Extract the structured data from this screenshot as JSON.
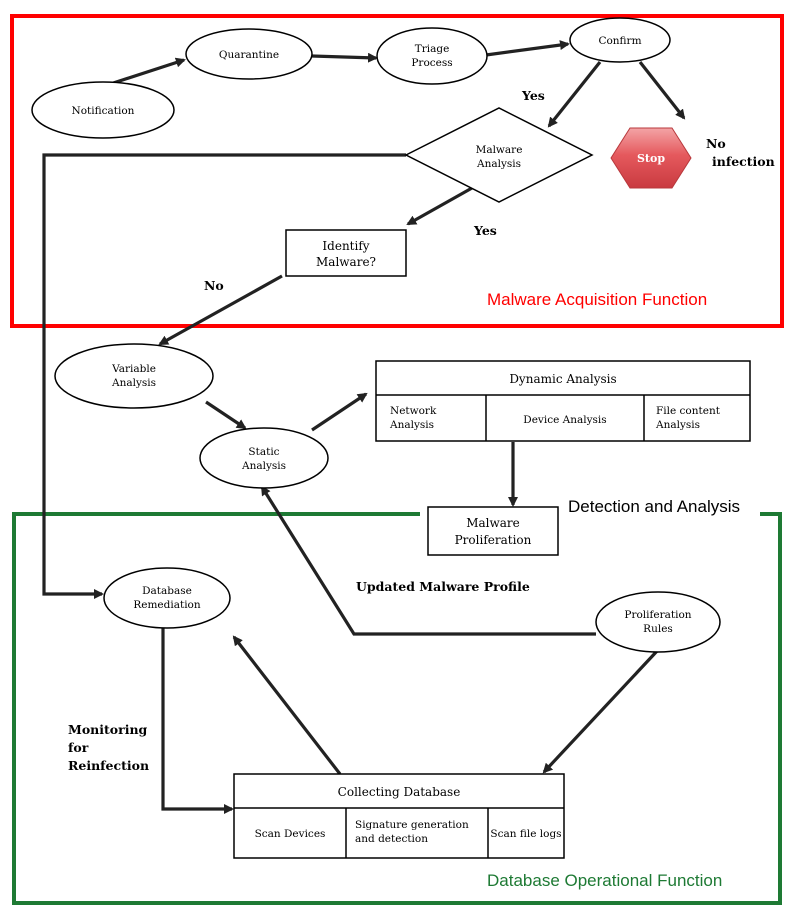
{
  "colors": {
    "acquisition": "#ff0000",
    "detection": "#000000",
    "operational": "#1e7a34",
    "stop_fill": "#e5595d"
  },
  "regions": {
    "acquisition": "Malware Acquisition Function",
    "detection": "Detection and Analysis",
    "operational": "Database Operational Function"
  },
  "nodes": {
    "notification": "Notification",
    "quarantine": "Quarantine",
    "triage_1": "Triage",
    "triage_2": "Process",
    "confirm": "Confirm",
    "malware_analysis_1": "Malware",
    "malware_analysis_2": "Analysis",
    "stop": "Stop",
    "identify_1": "Identify",
    "identify_2": "Malware?",
    "variable_1": "Variable",
    "variable_2": "Analysis",
    "static_1": "Static",
    "static_2": "Analysis",
    "dynamic_title": "Dynamic Analysis",
    "network_1": "Network",
    "network_2": "Analysis",
    "device": "Device Analysis",
    "file_content_1": "File content",
    "file_content_2": "Analysis",
    "proliferation_1": "Malware",
    "proliferation_2": "Proliferation",
    "db_remediation_1": "Database",
    "db_remediation_2": "Remediation",
    "rules_1": "Proliferation",
    "rules_2": "Rules",
    "collecting_title": "Collecting Database",
    "scan_devices": "Scan Devices",
    "signature_1": "Signature generation",
    "signature_2": "and detection",
    "scan_logs": "Scan file logs"
  },
  "edge_labels": {
    "yes_confirm": "Yes",
    "no_infection_1": "No",
    "no_infection_2": "infection",
    "yes_analysis": "Yes",
    "no_identify": "No",
    "updated_profile": "Updated Malware Profile",
    "monitoring_1": "Monitoring",
    "monitoring_2": "for",
    "monitoring_3": "Reinfection"
  }
}
